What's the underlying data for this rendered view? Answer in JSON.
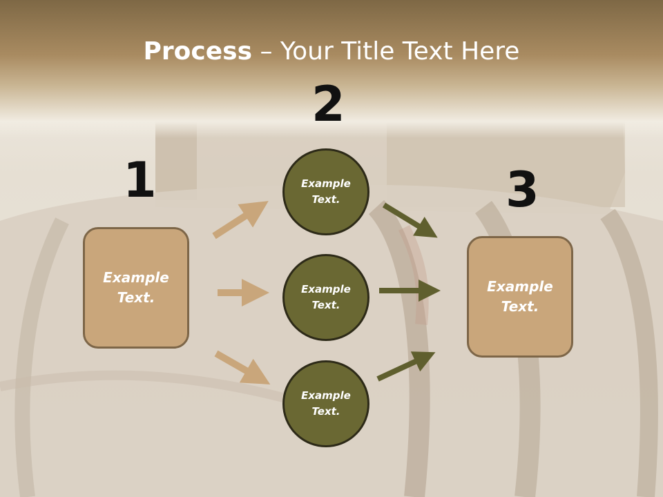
{
  "slide": {
    "title_bold": "Process",
    "title_dash": " – ",
    "title_rest": "Your Title Text Here"
  },
  "steps": {
    "one": "1",
    "two": "2",
    "three": "3"
  },
  "boxes": {
    "left": {
      "line1": "Example",
      "line2": "Text."
    },
    "right": {
      "line1": "Example",
      "line2": "Text."
    }
  },
  "circles": [
    {
      "line1": "Example",
      "line2": "Text."
    },
    {
      "line1": "Example",
      "line2": "Text."
    },
    {
      "line1": "Example",
      "line2": "Text."
    }
  ],
  "colors": {
    "box_fill": "#c9a67b",
    "box_border": "#7d6648",
    "circle_fill": "#6a6833",
    "arrow_tan": "#c9a67b",
    "arrow_olive": "#5f5f2e"
  }
}
